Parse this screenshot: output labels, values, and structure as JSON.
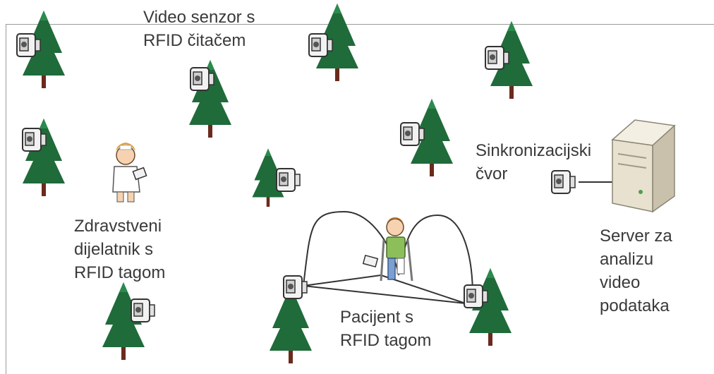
{
  "labels": {
    "sensor_line1": "Video senzor s",
    "sensor_line2": "RFID čitačem",
    "worker_line1": "Zdravstveni",
    "worker_line2": "dijelatnik s",
    "worker_line3": "RFID tagom",
    "patient_line1": "Pacijent s",
    "patient_line2": "RFID tagom",
    "sync_line1": "Sinkronizacijski",
    "sync_line2": "čvor",
    "server_line1": "Server za",
    "server_line2": "analizu",
    "server_line3": "video",
    "server_line4": "podataka"
  },
  "icons": {
    "tree": "pine-tree-icon",
    "camera": "video-camera-icon",
    "server": "server-tower-icon",
    "nurse": "health-worker-icon",
    "patient": "patient-on-crutches-icon"
  },
  "colors": {
    "tree": "#1f6b3a",
    "trunk": "#6b2a1c",
    "text": "#3a3a3a",
    "link": "#333333",
    "server": "#e8e1cf"
  }
}
